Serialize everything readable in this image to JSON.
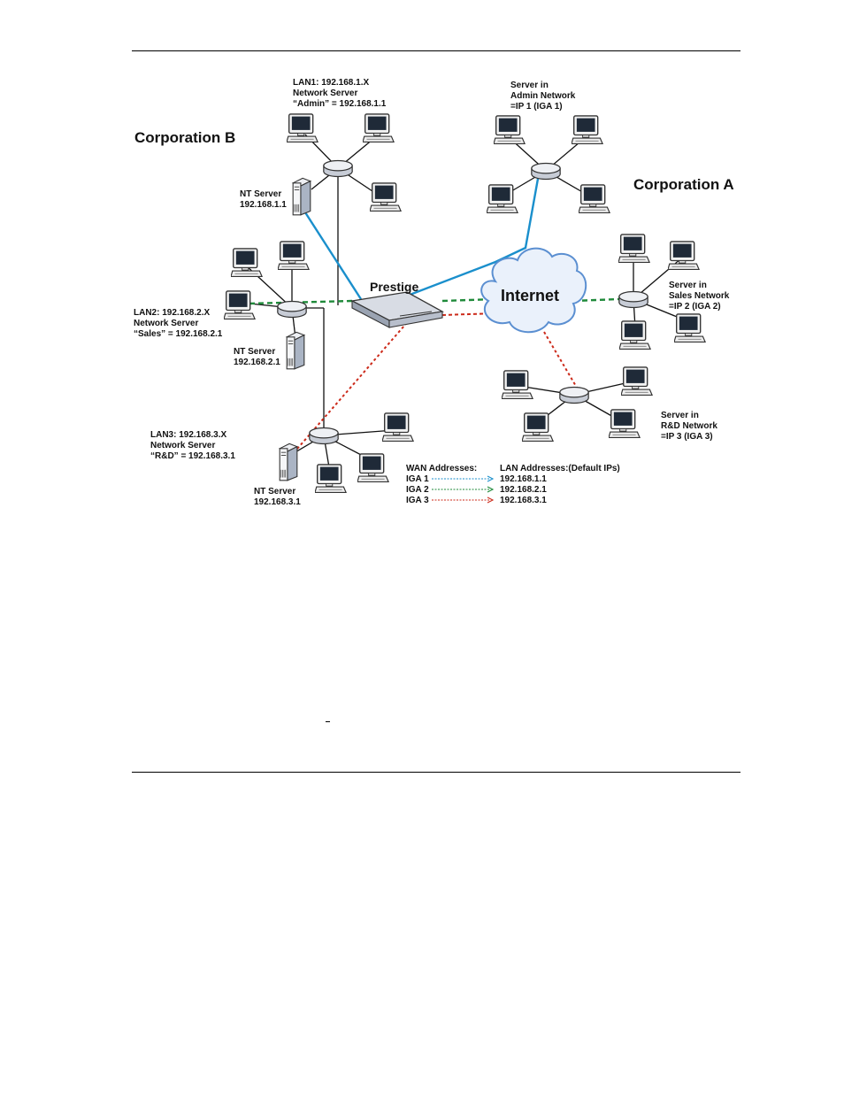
{
  "corporations": {
    "b": "Corporation B",
    "a": "Corporation A"
  },
  "nodes": {
    "prestige": "Prestige",
    "internet": "Internet"
  },
  "labels": {
    "lan1": [
      "LAN1: 192.168.1.X",
      "Network Server",
      "“Admin” = 192.168.1.1"
    ],
    "lan2": [
      "LAN2: 192.168.2.X",
      "Network Server",
      "“Sales” = 192.168.2.1"
    ],
    "lan3": [
      "LAN3: 192.168.3.X",
      "Network Server",
      "“R&D” = 192.168.3.1"
    ],
    "nt1": [
      "NT Server",
      "192.168.1.1"
    ],
    "nt2": [
      "NT Server",
      "192.168.2.1"
    ],
    "nt3": [
      "NT Server",
      "192.168.3.1"
    ],
    "admin_server": [
      "Server in",
      "Admin Network",
      "=IP 1 (IGA 1)"
    ],
    "sales_server": [
      "Server in",
      "Sales Network",
      "=IP 2 (IGA 2)"
    ],
    "rd_server": [
      "Server in",
      "R&D Network",
      "=IP 3 (IGA 3)"
    ]
  },
  "legend": {
    "wan_header": "WAN Addresses:",
    "lan_header": "LAN Addresses:(Default IPs)",
    "rows": [
      {
        "wan": "IGA 1",
        "lan": "192.168.1.1",
        "color": "#1a8fcc"
      },
      {
        "wan": "IGA 2",
        "lan": "192.168.2.1",
        "color": "#1f8a3a"
      },
      {
        "wan": "IGA 3",
        "lan": "192.168.3.1",
        "color": "#cc2a1a"
      }
    ]
  },
  "colors": {
    "iga1": "#1a8fcc",
    "iga2": "#1f8a3a",
    "iga3": "#cc2a1a",
    "cloud": "#5b8fd1"
  }
}
